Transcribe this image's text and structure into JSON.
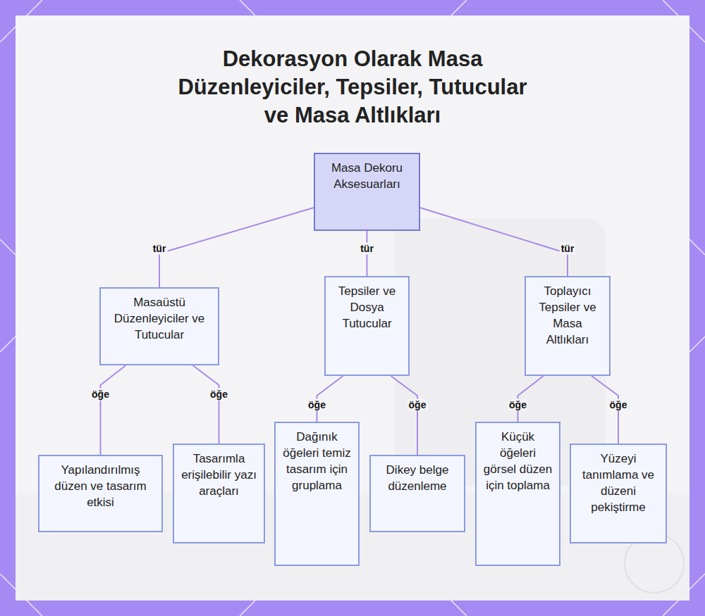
{
  "diagram": {
    "title": "Dekorasyon Olarak Masa Düzenleyiciler, Tepsiler, Tutucular ve Masa Altlıkları",
    "nodes": [
      {
        "text": [
          "Masa Dekoru Aksesuarları"
        ]
      },
      {
        "text": [
          "Masaüstü Düzenleyiciler ve Tutucular"
        ]
      },
      {
        "text": [
          "Tepsiler ve Dosya Tutucular"
        ]
      },
      {
        "text": [
          "Toplayıcı Tepsiler ve Masa Altlıkları"
        ]
      },
      {
        "text": [
          "Yapılandırılmış düzen ve tasarım etkisi"
        ]
      },
      {
        "text": [
          "Tasarımla erişilebilir yazı araçları"
        ]
      },
      {
        "text": [
          "Dağınık öğeleri temiz tasarım için gruplama"
        ]
      },
      {
        "text": [
          "Dikey belge düzenleme"
        ]
      },
      {
        "text": [
          "Küçük öğeleri görsel düzen için toplama"
        ]
      },
      {
        "text": [
          "Yüzeyi tanımlama ve düzeni pekiştirme"
        ]
      }
    ],
    "edges": [
      {
        "from": 0,
        "to": 1,
        "label": "tür",
        "arrow": "none"
      },
      {
        "from": 0,
        "to": 2,
        "label": "tür",
        "arrow": "none"
      },
      {
        "from": 0,
        "to": 3,
        "label": "tür",
        "arrow": "none"
      },
      {
        "from": 1,
        "to": 4,
        "label": "öğe",
        "arrow": "none"
      },
      {
        "from": 1,
        "to": 5,
        "label": "öğe",
        "arrow": "none"
      },
      {
        "from": 2,
        "to": 6,
        "label": "öğe",
        "arrow": "none"
      },
      {
        "from": 2,
        "to": 7,
        "label": "öğe",
        "arrow": "none"
      },
      {
        "from": 3,
        "to": 8,
        "label": "öğe",
        "arrow": "none"
      },
      {
        "from": 3,
        "to": 9,
        "label": "öğe",
        "arrow": "none"
      }
    ]
  }
}
